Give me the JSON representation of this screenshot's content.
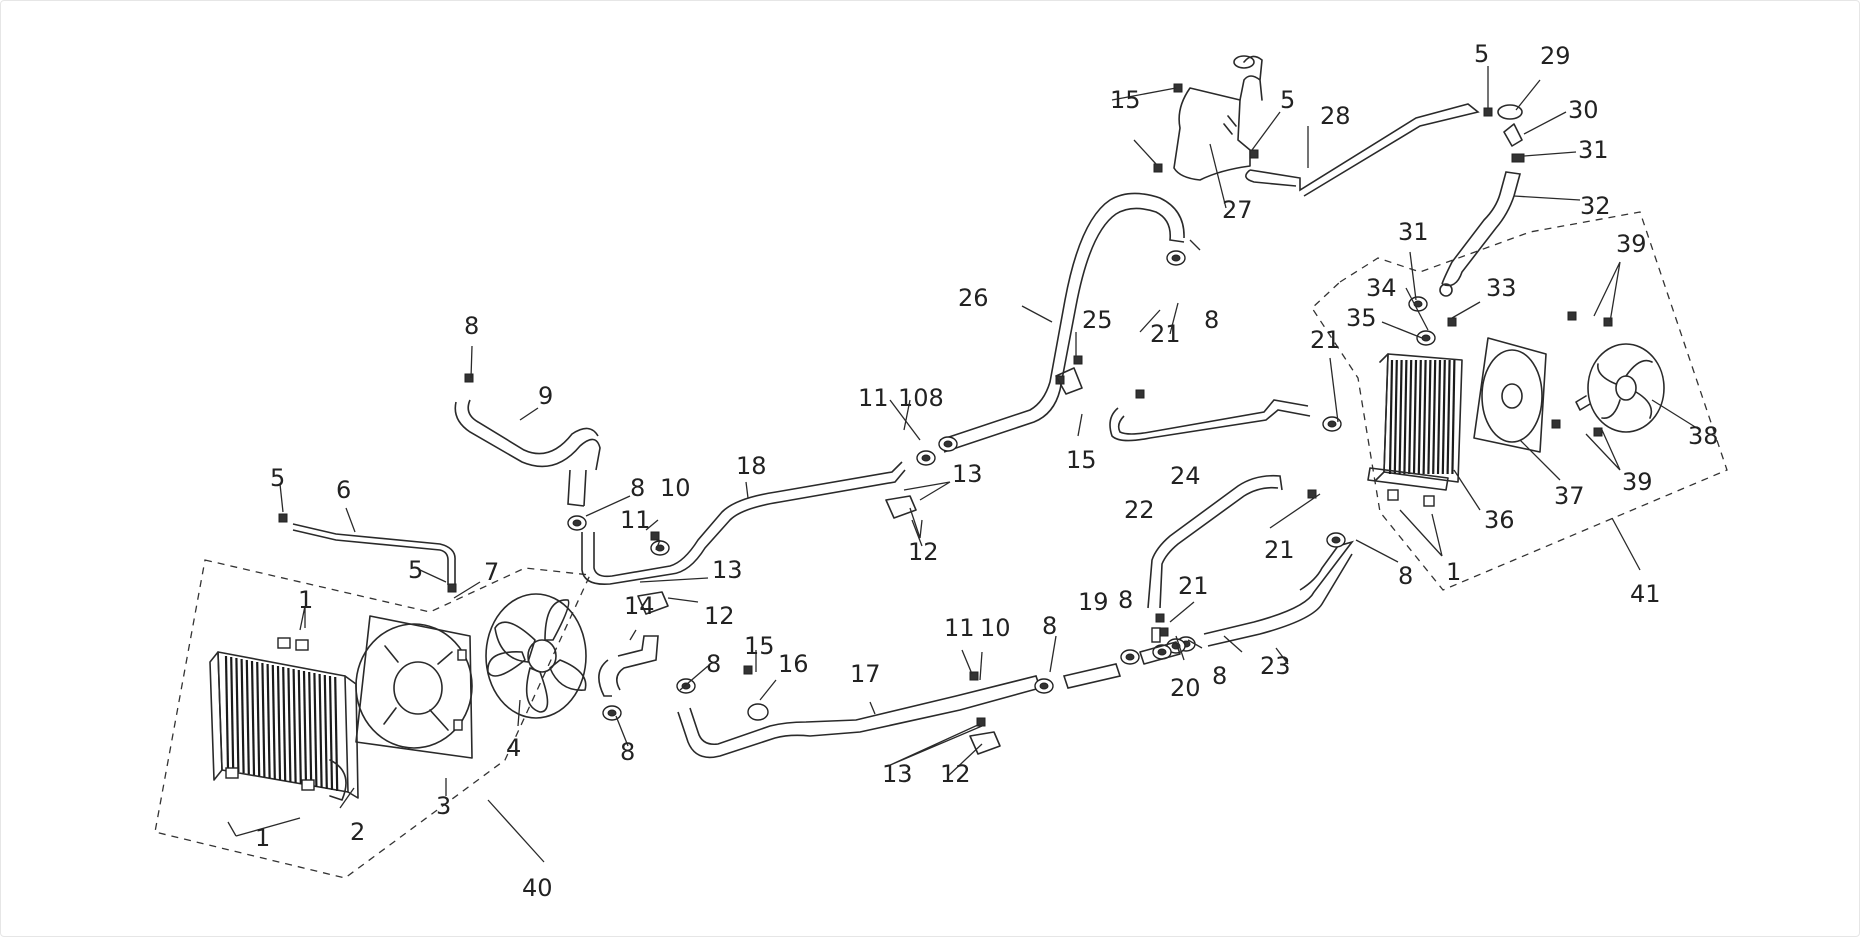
{
  "diagram": {
    "type": "exploded-parts-diagram",
    "callouts": [
      {
        "id": "c1a",
        "text": "1"
      },
      {
        "id": "c1b",
        "text": "1"
      },
      {
        "id": "c1c",
        "text": "1"
      },
      {
        "id": "c2",
        "text": "2"
      },
      {
        "id": "c3",
        "text": "3"
      },
      {
        "id": "c4",
        "text": "4"
      },
      {
        "id": "c5a",
        "text": "5"
      },
      {
        "id": "c5b",
        "text": "5"
      },
      {
        "id": "c5c",
        "text": "5"
      },
      {
        "id": "c5d",
        "text": "5"
      },
      {
        "id": "c6",
        "text": "6"
      },
      {
        "id": "c7",
        "text": "7"
      },
      {
        "id": "c8a",
        "text": "8"
      },
      {
        "id": "c8b",
        "text": "8"
      },
      {
        "id": "c8c",
        "text": "8"
      },
      {
        "id": "c8d",
        "text": "8"
      },
      {
        "id": "c8e",
        "text": "8"
      },
      {
        "id": "c8f",
        "text": "8"
      },
      {
        "id": "c8g",
        "text": "8"
      },
      {
        "id": "c8h",
        "text": "8"
      },
      {
        "id": "c8i",
        "text": "8"
      },
      {
        "id": "c9",
        "text": "9"
      },
      {
        "id": "c108",
        "text": "108"
      },
      {
        "id": "c10a",
        "text": "10"
      },
      {
        "id": "c10b",
        "text": "10"
      },
      {
        "id": "c11a",
        "text": "11"
      },
      {
        "id": "c11b",
        "text": "11"
      },
      {
        "id": "c11c",
        "text": "11"
      },
      {
        "id": "c12a",
        "text": "12"
      },
      {
        "id": "c12b",
        "text": "12"
      },
      {
        "id": "c12c",
        "text": "12"
      },
      {
        "id": "c13a",
        "text": "13"
      },
      {
        "id": "c13b",
        "text": "13"
      },
      {
        "id": "c13c",
        "text": "13"
      },
      {
        "id": "c14",
        "text": "14"
      },
      {
        "id": "c15a",
        "text": "15"
      },
      {
        "id": "c15b",
        "text": "15"
      },
      {
        "id": "c15c",
        "text": "15"
      },
      {
        "id": "c16",
        "text": "16"
      },
      {
        "id": "c17",
        "text": "17"
      },
      {
        "id": "c18",
        "text": "18"
      },
      {
        "id": "c19",
        "text": "19"
      },
      {
        "id": "c20",
        "text": "20"
      },
      {
        "id": "c21a",
        "text": "21"
      },
      {
        "id": "c21b",
        "text": "21"
      },
      {
        "id": "c21c",
        "text": "21"
      },
      {
        "id": "c21d",
        "text": "21"
      },
      {
        "id": "c22",
        "text": "22"
      },
      {
        "id": "c23",
        "text": "23"
      },
      {
        "id": "c24",
        "text": "24"
      },
      {
        "id": "c25",
        "text": "25"
      },
      {
        "id": "c26",
        "text": "26"
      },
      {
        "id": "c27",
        "text": "27"
      },
      {
        "id": "c28",
        "text": "28"
      },
      {
        "id": "c29",
        "text": "29"
      },
      {
        "id": "c30",
        "text": "30"
      },
      {
        "id": "c31a",
        "text": "31"
      },
      {
        "id": "c31b",
        "text": "31"
      },
      {
        "id": "c32",
        "text": "32"
      },
      {
        "id": "c33",
        "text": "33"
      },
      {
        "id": "c34",
        "text": "34"
      },
      {
        "id": "c35",
        "text": "35"
      },
      {
        "id": "c36",
        "text": "36"
      },
      {
        "id": "c37",
        "text": "37"
      },
      {
        "id": "c38",
        "text": "38"
      },
      {
        "id": "c39a",
        "text": "39"
      },
      {
        "id": "c39b",
        "text": "39"
      },
      {
        "id": "c40",
        "text": "40"
      },
      {
        "id": "c41",
        "text": "41"
      }
    ]
  },
  "colors": {
    "line": "#2a2a2a",
    "label": "#222222",
    "background": "#ffffff"
  }
}
